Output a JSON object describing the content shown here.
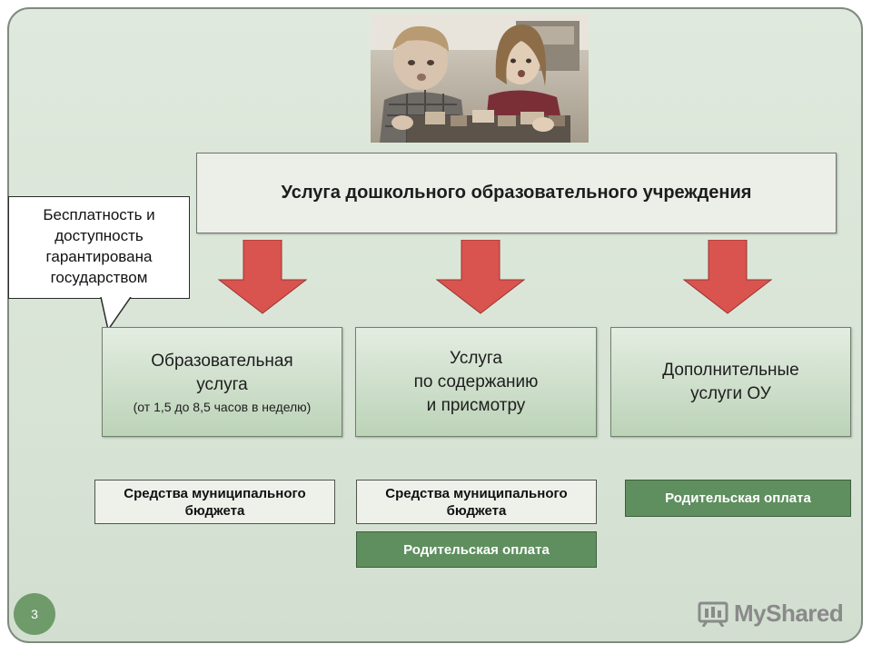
{
  "diagram": {
    "title": "Услуга дошкольного образовательного учреждения",
    "callout": {
      "lines": [
        "Бесплатность и",
        "доступность",
        "гарантирована",
        "государством"
      ]
    },
    "services": [
      {
        "lines": [
          "Образовательная",
          "услуга"
        ],
        "sub": "(от 1,5 до 8,5 часов в неделю)"
      },
      {
        "lines": [
          "Услуга",
          "по содержанию",
          "и присмотру"
        ]
      },
      {
        "lines": [
          "Дополнительные",
          "услуги ОУ"
        ]
      }
    ],
    "funding": {
      "municipal": [
        "Средства муниципального",
        "бюджета"
      ],
      "parental": "Родительская оплата"
    },
    "colors": {
      "arrow": "#d9534f",
      "green_box": "#5f8f5f",
      "frame": "#d8e4d6"
    }
  },
  "slide": {
    "page_number": "3"
  },
  "watermark": {
    "text": "MyShared"
  }
}
